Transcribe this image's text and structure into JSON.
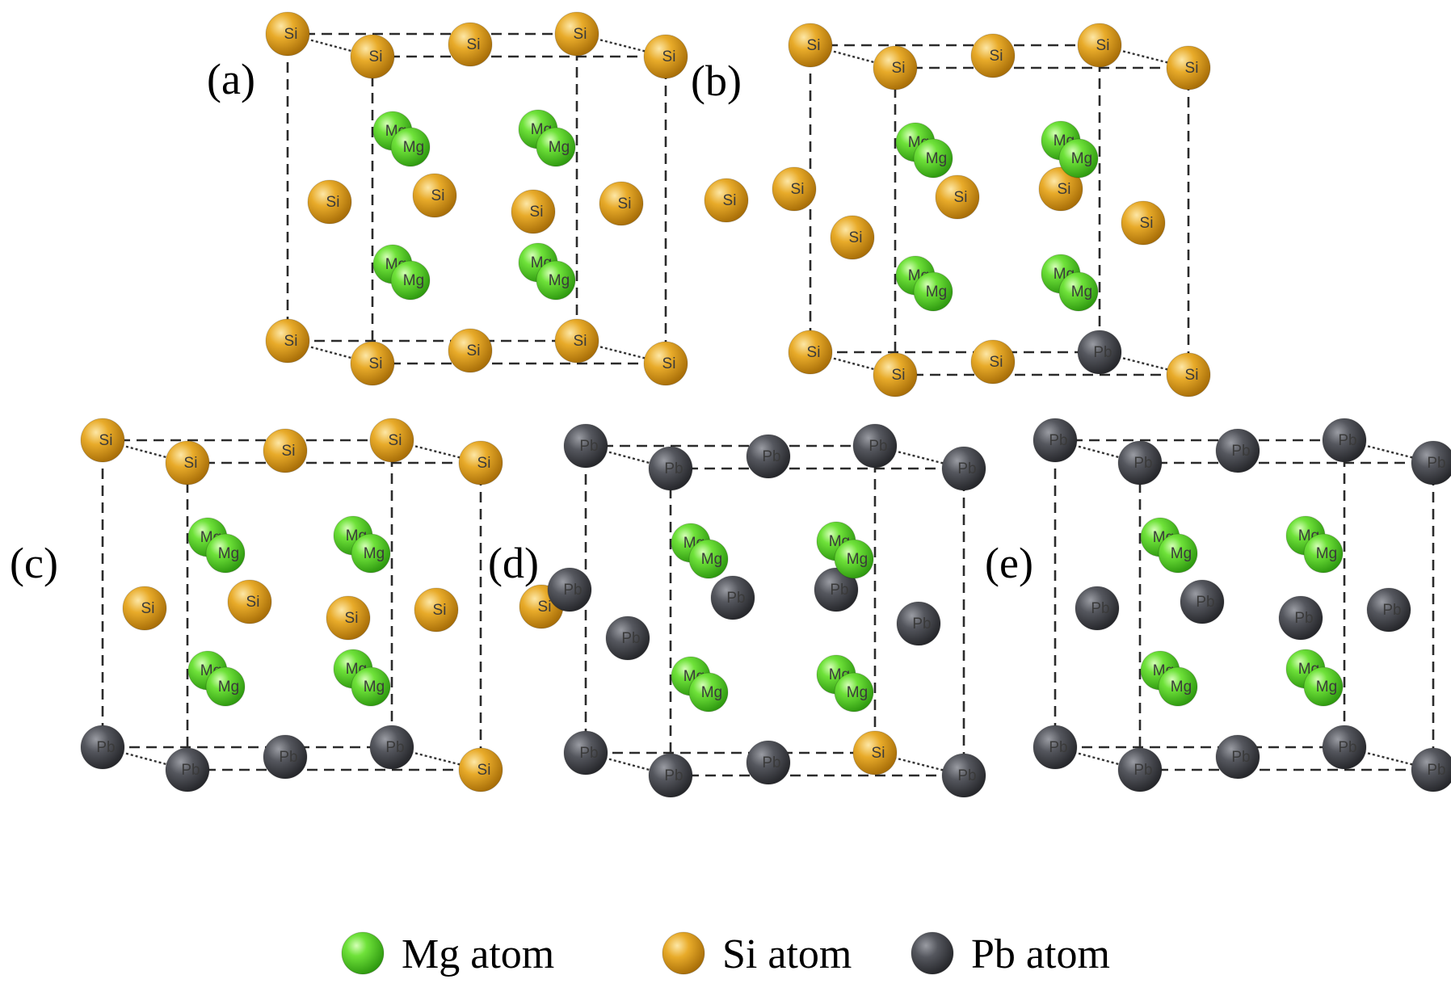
{
  "colors": {
    "Mg": "#55d12a",
    "Si": "#e0a21c",
    "Pb": "#4b4d54"
  },
  "panels": [
    {
      "label": "(a)",
      "atoms": [
        {
          "el": "Si",
          "text": "Si"
        },
        {
          "el": "Si",
          "text": "Si"
        },
        {
          "el": "Si",
          "text": "Si"
        },
        {
          "el": "Si",
          "text": "Si"
        },
        {
          "el": "Si",
          "text": "Si"
        },
        {
          "el": "Si",
          "text": "Si"
        },
        {
          "el": "Si",
          "text": "Si"
        },
        {
          "el": "Si",
          "text": "Si"
        },
        {
          "el": "Si",
          "text": "Si"
        },
        {
          "el": "Si",
          "text": "Si"
        },
        {
          "el": "Si",
          "text": "Si"
        },
        {
          "el": "Si",
          "text": "Si"
        },
        {
          "el": "Si",
          "text": "Si"
        },
        {
          "el": "Si",
          "text": "Si"
        },
        {
          "el": "Mg",
          "text": "Mg"
        },
        {
          "el": "Mg",
          "text": "Mg"
        },
        {
          "el": "Mg",
          "text": "Mg"
        },
        {
          "el": "Mg",
          "text": "Mg"
        },
        {
          "el": "Mg",
          "text": "Mg"
        },
        {
          "el": "Mg",
          "text": "Mg"
        },
        {
          "el": "Mg",
          "text": "Mg"
        },
        {
          "el": "Mg",
          "text": "Mg"
        }
      ]
    },
    {
      "label": "(b)",
      "atoms": [
        {
          "el": "Si",
          "text": "Si"
        },
        {
          "el": "Si",
          "text": "Si"
        },
        {
          "el": "Si",
          "text": "Si"
        },
        {
          "el": "Si",
          "text": "Si"
        },
        {
          "el": "Si",
          "text": "Si"
        },
        {
          "el": "Si",
          "text": "Si"
        },
        {
          "el": "Si",
          "text": "Si"
        },
        {
          "el": "Si",
          "text": "Si"
        },
        {
          "el": "Si",
          "text": "Si"
        },
        {
          "el": "Si",
          "text": "Si"
        },
        {
          "el": "Si",
          "text": "Si"
        },
        {
          "el": "Si",
          "text": "Si"
        },
        {
          "el": "Si",
          "text": "Si"
        },
        {
          "el": "Pb",
          "text": "Pb"
        },
        {
          "el": "Mg",
          "text": "Mg"
        },
        {
          "el": "Mg",
          "text": "Mg"
        },
        {
          "el": "Mg",
          "text": "Mg"
        },
        {
          "el": "Mg",
          "text": "Mg"
        },
        {
          "el": "Mg",
          "text": "Mg"
        },
        {
          "el": "Mg",
          "text": "Mg"
        },
        {
          "el": "Mg",
          "text": "Mg"
        },
        {
          "el": "Mg",
          "text": "Mg"
        }
      ]
    },
    {
      "label": "(c)",
      "atoms": [
        {
          "el": "Si",
          "text": "Si"
        },
        {
          "el": "Si",
          "text": "Si"
        },
        {
          "el": "Si",
          "text": "Si"
        },
        {
          "el": "Si",
          "text": "Si"
        },
        {
          "el": "Si",
          "text": "Si"
        },
        {
          "el": "Si",
          "text": "Si"
        },
        {
          "el": "Si",
          "text": "Si"
        },
        {
          "el": "Si",
          "text": "Si"
        },
        {
          "el": "Si",
          "text": "Si"
        },
        {
          "el": "Si",
          "text": "Si"
        },
        {
          "el": "Pb",
          "text": "Pb"
        },
        {
          "el": "Pb",
          "text": "Pb"
        },
        {
          "el": "Pb",
          "text": "Pb"
        },
        {
          "el": "Pb",
          "text": "Pb"
        },
        {
          "el": "Mg",
          "text": "Mg"
        },
        {
          "el": "Mg",
          "text": "Mg"
        },
        {
          "el": "Mg",
          "text": "Mg"
        },
        {
          "el": "Mg",
          "text": "Mg"
        },
        {
          "el": "Mg",
          "text": "Mg"
        },
        {
          "el": "Mg",
          "text": "Mg"
        },
        {
          "el": "Mg",
          "text": "Mg"
        },
        {
          "el": "Mg",
          "text": "Mg"
        }
      ]
    },
    {
      "label": "(d)",
      "atoms": [
        {
          "el": "Pb",
          "text": "Pb"
        },
        {
          "el": "Pb",
          "text": "Pb"
        },
        {
          "el": "Pb",
          "text": "Pb"
        },
        {
          "el": "Pb",
          "text": "Pb"
        },
        {
          "el": "Pb",
          "text": "Pb"
        },
        {
          "el": "Pb",
          "text": "Pb"
        },
        {
          "el": "Pb",
          "text": "Pb"
        },
        {
          "el": "Pb",
          "text": "Pb"
        },
        {
          "el": "Pb",
          "text": "Pb"
        },
        {
          "el": "Pb",
          "text": "Pb"
        },
        {
          "el": "Pb",
          "text": "Pb"
        },
        {
          "el": "Pb",
          "text": "Pb"
        },
        {
          "el": "Pb",
          "text": "Pb"
        },
        {
          "el": "Si",
          "text": "Si"
        },
        {
          "el": "Mg",
          "text": "Mg"
        },
        {
          "el": "Mg",
          "text": "Mg"
        },
        {
          "el": "Mg",
          "text": "Mg"
        },
        {
          "el": "Mg",
          "text": "Mg"
        },
        {
          "el": "Mg",
          "text": "Mg"
        },
        {
          "el": "Mg",
          "text": "Mg"
        },
        {
          "el": "Mg",
          "text": "Mg"
        },
        {
          "el": "Mg",
          "text": "Mg"
        }
      ]
    },
    {
      "label": "(e)",
      "atoms": [
        {
          "el": "Pb",
          "text": "Pb"
        },
        {
          "el": "Pb",
          "text": "Pb"
        },
        {
          "el": "Pb",
          "text": "Pb"
        },
        {
          "el": "Pb",
          "text": "Pb"
        },
        {
          "el": "Pb",
          "text": "Pb"
        },
        {
          "el": "Pb",
          "text": "Pb"
        },
        {
          "el": "Pb",
          "text": "Pb"
        },
        {
          "el": "Pb",
          "text": "Pb"
        },
        {
          "el": "Pb",
          "text": "Pb"
        },
        {
          "el": "Pb",
          "text": "Pb"
        },
        {
          "el": "Pb",
          "text": "Pb"
        },
        {
          "el": "Pb",
          "text": "Pb"
        },
        {
          "el": "Pb",
          "text": "Pb"
        },
        {
          "el": "Pb",
          "text": "Pb"
        },
        {
          "el": "Mg",
          "text": "Mg"
        },
        {
          "el": "Mg",
          "text": "Mg"
        },
        {
          "el": "Mg",
          "text": "Mg"
        },
        {
          "el": "Mg",
          "text": "Mg"
        },
        {
          "el": "Mg",
          "text": "Mg"
        },
        {
          "el": "Mg",
          "text": "Mg"
        },
        {
          "el": "Mg",
          "text": "Mg"
        },
        {
          "el": "Mg",
          "text": "Mg"
        }
      ]
    }
  ],
  "legend": [
    {
      "el": "Mg",
      "label": "Mg atom"
    },
    {
      "el": "Si",
      "label": "Si atom"
    },
    {
      "el": "Pb",
      "label": "Pb atom"
    }
  ]
}
